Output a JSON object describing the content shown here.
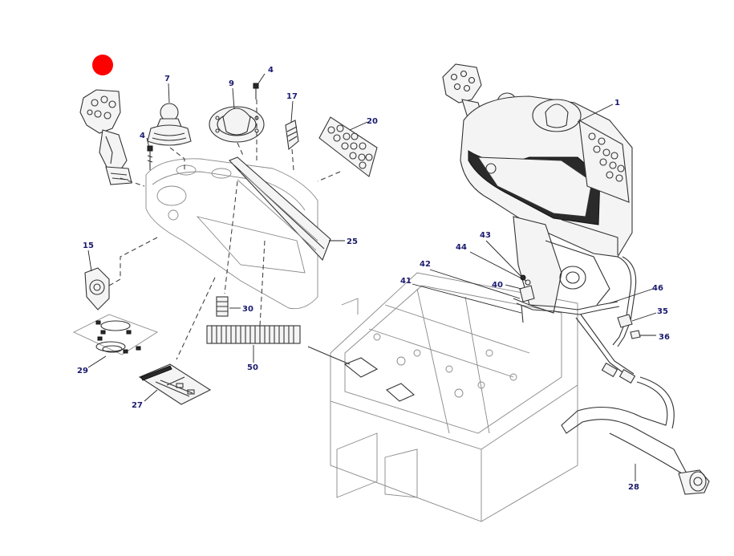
{
  "diagram": {
    "marker_color": "#ff0000",
    "label_color": "#1a1a6e",
    "callouts": {
      "c1": "1",
      "c4a": "4",
      "c4b": "4",
      "c7": "7",
      "c9": "9",
      "c15": "15",
      "c17": "17",
      "c20": "20",
      "c25": "25",
      "c27": "27",
      "c28": "28",
      "c29": "29",
      "c30": "30",
      "c35": "35",
      "c36": "36",
      "c40": "40",
      "c41": "41",
      "c42": "42",
      "c43": "43",
      "c44": "44",
      "c46": "46",
      "c50": "50"
    }
  }
}
